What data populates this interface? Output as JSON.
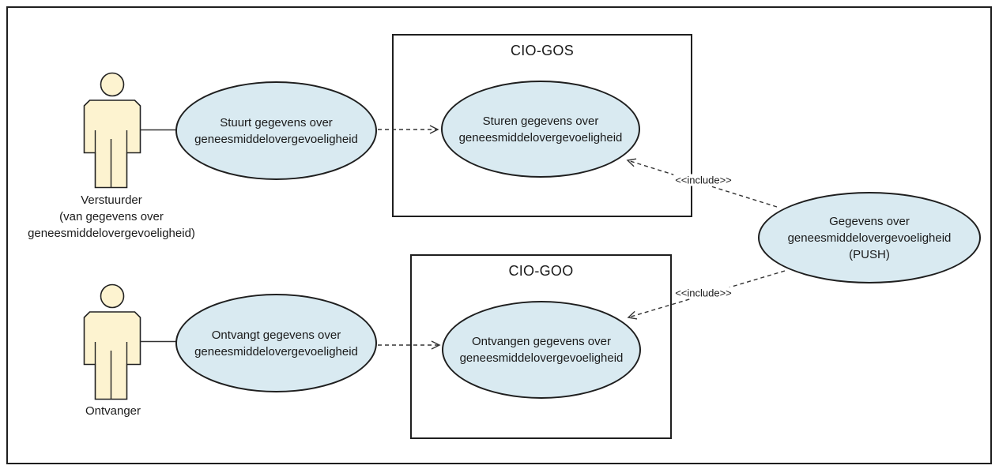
{
  "colors": {
    "use_case_fill": "#d9eaf1",
    "actor_fill": "#fdf3d0",
    "stroke": "#1f1f1f",
    "background": "#ffffff"
  },
  "systems": {
    "gos": {
      "title": "CIO-GOS"
    },
    "goo": {
      "title": "CIO-GOO"
    }
  },
  "actors": {
    "verstuurder": {
      "name": "Verstuurder",
      "qualifier_line1": "(van gegevens over",
      "qualifier_line2": "geneesmiddelovergevoeligheid)"
    },
    "ontvanger": {
      "name": "Ontvanger"
    }
  },
  "use_cases": {
    "stuurt": {
      "line1": "Stuurt gegevens over",
      "line2": "geneesmiddelovergevoeligheid"
    },
    "sturen": {
      "line1": "Sturen gegevens over",
      "line2": "geneesmiddelovergevoeligheid"
    },
    "ontvangt": {
      "line1": "Ontvangt gegevens over",
      "line2": "geneesmiddelovergevoeligheid"
    },
    "ontvangen": {
      "line1": "Ontvangen gegevens over",
      "line2": "geneesmiddelovergevoeligheid"
    },
    "push": {
      "line1": "Gegevens over",
      "line2": "geneesmiddelovergevoeligheid",
      "line3": "(PUSH)"
    }
  },
  "connectors": {
    "include_label": "<<include>>"
  }
}
